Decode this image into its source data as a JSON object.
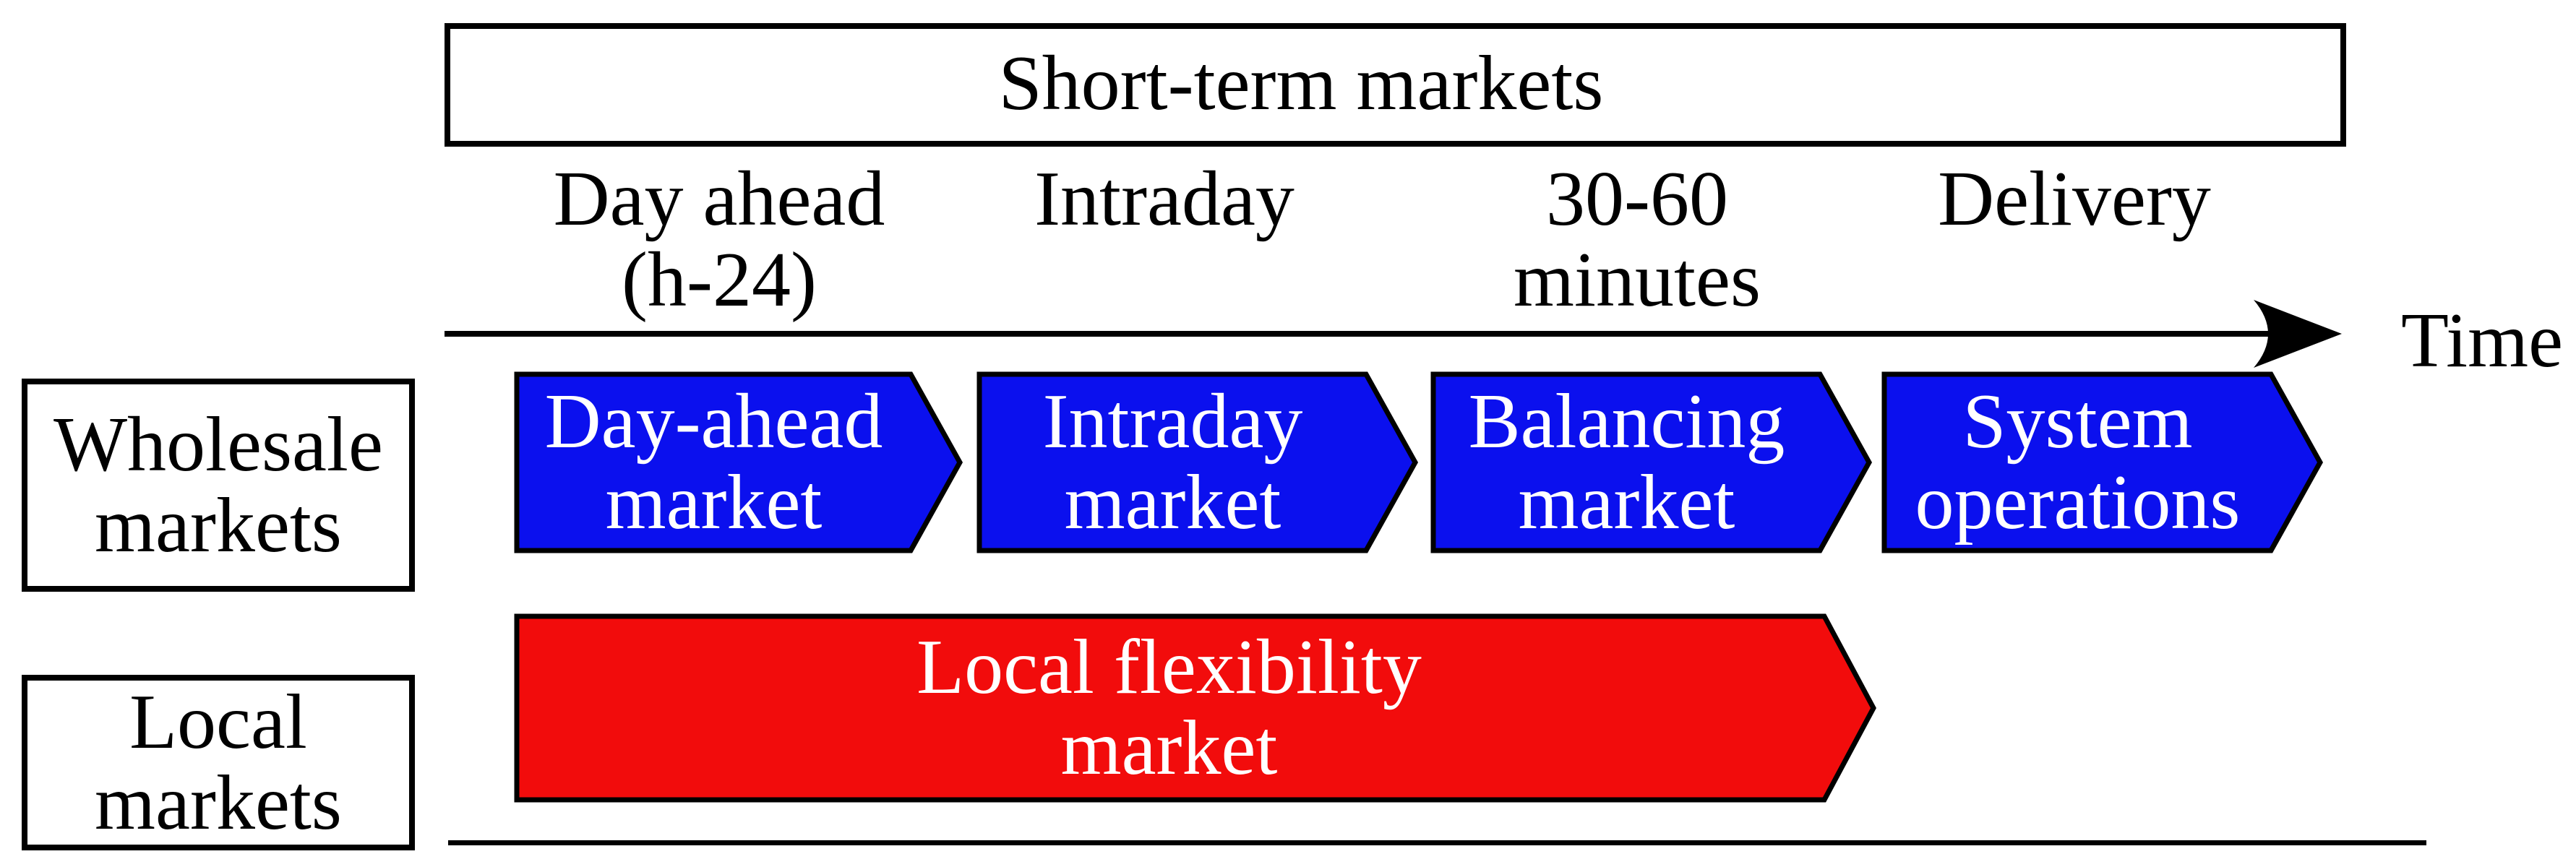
{
  "header": {
    "title": "Short-term markets"
  },
  "timeline": {
    "axis_label": "Time",
    "stages": [
      {
        "line1": "Day ahead",
        "line2": "(h-24)"
      },
      {
        "line1": "Intraday",
        "line2": ""
      },
      {
        "line1": "30-60",
        "line2": "minutes"
      },
      {
        "line1": "Delivery",
        "line2": ""
      }
    ]
  },
  "rows": {
    "wholesale": {
      "header": {
        "line1": "Wholesale",
        "line2": "markets"
      },
      "arrows": [
        {
          "line1": "Day-ahead",
          "line2": "market"
        },
        {
          "line1": "Intraday",
          "line2": "market"
        },
        {
          "line1": "Balancing",
          "line2": "market"
        },
        {
          "line1": "System",
          "line2": "operations"
        }
      ]
    },
    "local": {
      "header": {
        "line1": "Local",
        "line2": "markets"
      },
      "arrows": [
        {
          "line1": "Local flexibility",
          "line2": "market"
        }
      ]
    }
  },
  "colors": {
    "wholesale_arrow": "#0b10ee",
    "local_arrow": "#f20c0c",
    "outline": "#000000"
  }
}
